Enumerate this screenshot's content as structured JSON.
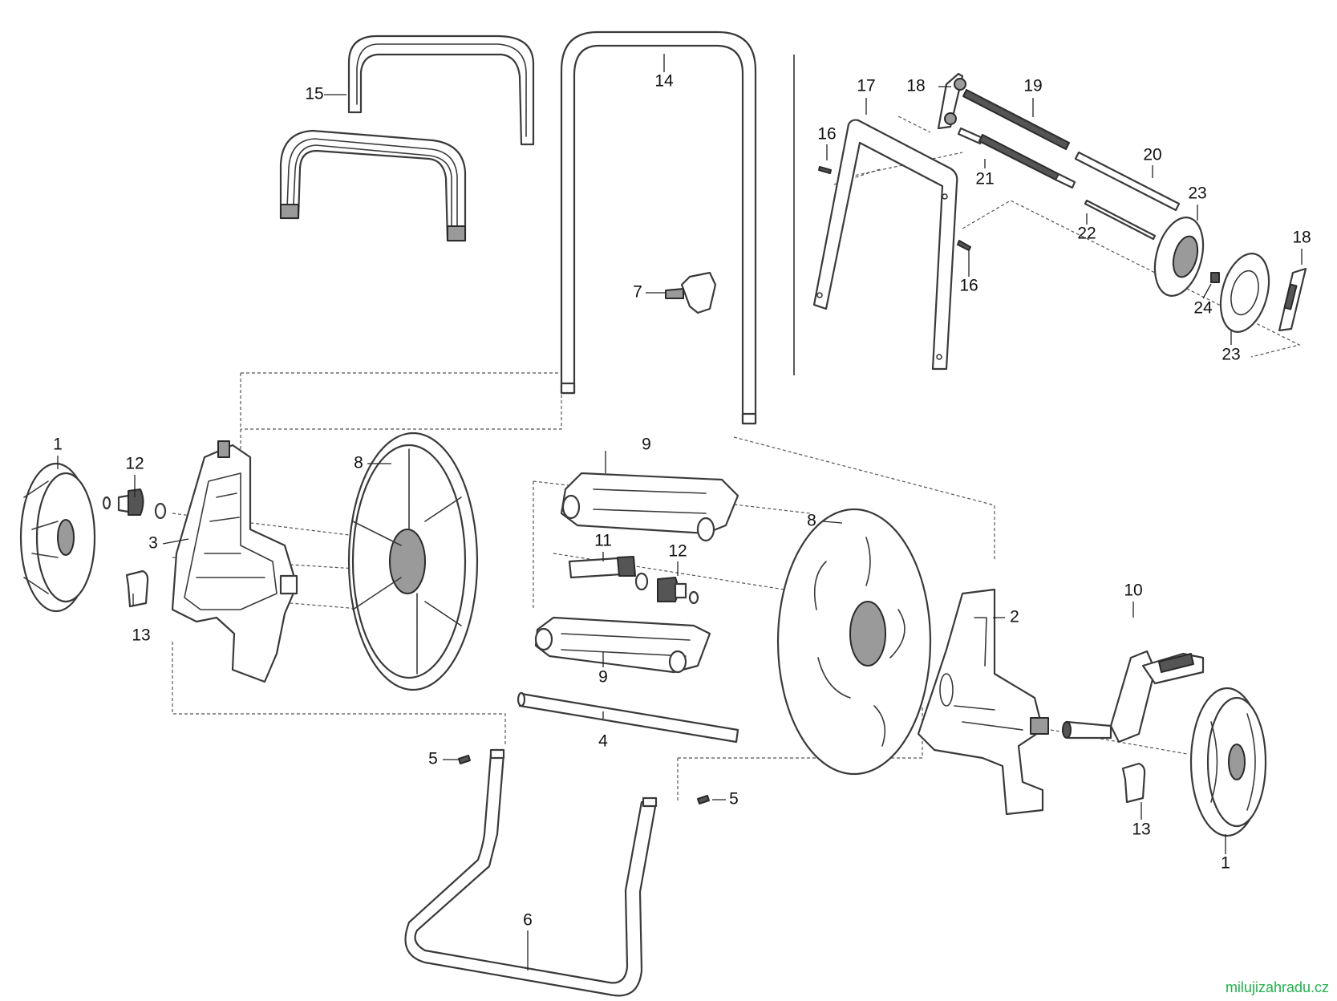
{
  "callouts": {
    "c1_left": "1",
    "c1_right": "1",
    "c2": "2",
    "c3": "3",
    "c4": "4",
    "c5_left": "5",
    "c5_right": "5",
    "c6": "6",
    "c7": "7",
    "c8_left": "8",
    "c8_right": "8",
    "c9_top": "9",
    "c9_bottom": "9",
    "c10": "10",
    "c11": "11",
    "c12_left": "12",
    "c12_mid": "12",
    "c13_left": "13",
    "c13_right": "13",
    "c14": "14",
    "c15": "15",
    "c16_top": "16",
    "c16_bottom": "16",
    "c17": "17",
    "c18_top": "18",
    "c18_right": "18",
    "c19": "19",
    "c20": "20",
    "c21": "21",
    "c22": "22",
    "c23_top": "23",
    "c23_bottom": "23",
    "c24": "24"
  },
  "watermark": "milujizahradu.cz",
  "colors": {
    "line": "#3a3a3a",
    "watermark": "#22b14c"
  }
}
